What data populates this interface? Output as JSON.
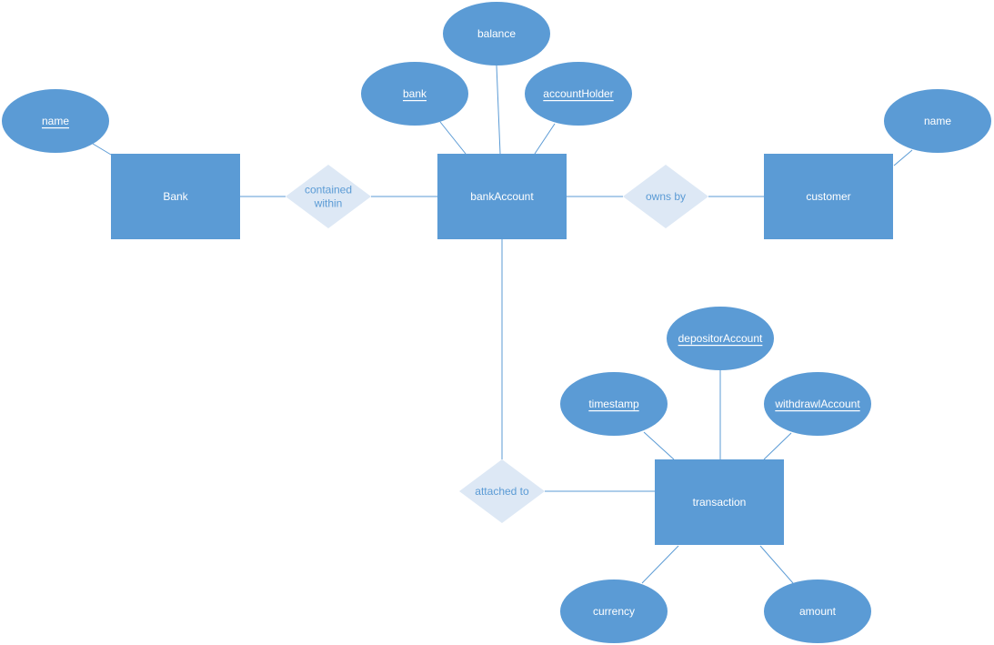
{
  "diagram": {
    "type": "entity-relationship",
    "entities": [
      {
        "id": "bank",
        "label": "Bank"
      },
      {
        "id": "bankAccount",
        "label": "bankAccount"
      },
      {
        "id": "customer",
        "label": "customer"
      },
      {
        "id": "transaction",
        "label": "transaction"
      }
    ],
    "relationships": [
      {
        "id": "contained",
        "lines": [
          "contained",
          "within"
        ]
      },
      {
        "id": "owns",
        "lines": [
          "owns by"
        ]
      },
      {
        "id": "attached",
        "lines": [
          "attached to"
        ]
      }
    ],
    "attributes": [
      {
        "id": "bank_name",
        "label": "name",
        "key": true
      },
      {
        "id": "ba_balance",
        "label": "balance",
        "key": false
      },
      {
        "id": "ba_bank",
        "label": "bank",
        "key": true
      },
      {
        "id": "ba_holder",
        "label": "accountHolder",
        "key": true
      },
      {
        "id": "cust_name",
        "label": "name",
        "key": false
      },
      {
        "id": "tx_depositor",
        "label": "depositorAccount",
        "key": true
      },
      {
        "id": "tx_timestamp",
        "label": "timestamp",
        "key": true
      },
      {
        "id": "tx_withdrawl",
        "label": "withdrawlAccount",
        "key": true
      },
      {
        "id": "tx_currency",
        "label": "currency",
        "key": false
      },
      {
        "id": "tx_amount",
        "label": "amount",
        "key": false
      }
    ],
    "edges": [
      [
        "bank_name",
        "bank"
      ],
      [
        "bank",
        "contained"
      ],
      [
        "contained",
        "bankAccount"
      ],
      [
        "ba_balance",
        "bankAccount"
      ],
      [
        "ba_bank",
        "bankAccount"
      ],
      [
        "ba_holder",
        "bankAccount"
      ],
      [
        "bankAccount",
        "owns"
      ],
      [
        "owns",
        "customer"
      ],
      [
        "cust_name",
        "customer"
      ],
      [
        "bankAccount",
        "attached"
      ],
      [
        "attached",
        "transaction"
      ],
      [
        "tx_depositor",
        "transaction"
      ],
      [
        "tx_timestamp",
        "transaction"
      ],
      [
        "tx_withdrawl",
        "transaction"
      ],
      [
        "tx_currency",
        "transaction"
      ],
      [
        "tx_amount",
        "transaction"
      ]
    ],
    "colors": {
      "entity_fill": "#5b9bd5",
      "attribute_fill": "#5b9bd5",
      "relationship_fill": "#dde8f5",
      "relationship_text": "#5b9bd5",
      "shape_text": "#ffffff",
      "line": "#5b9bd5"
    }
  }
}
